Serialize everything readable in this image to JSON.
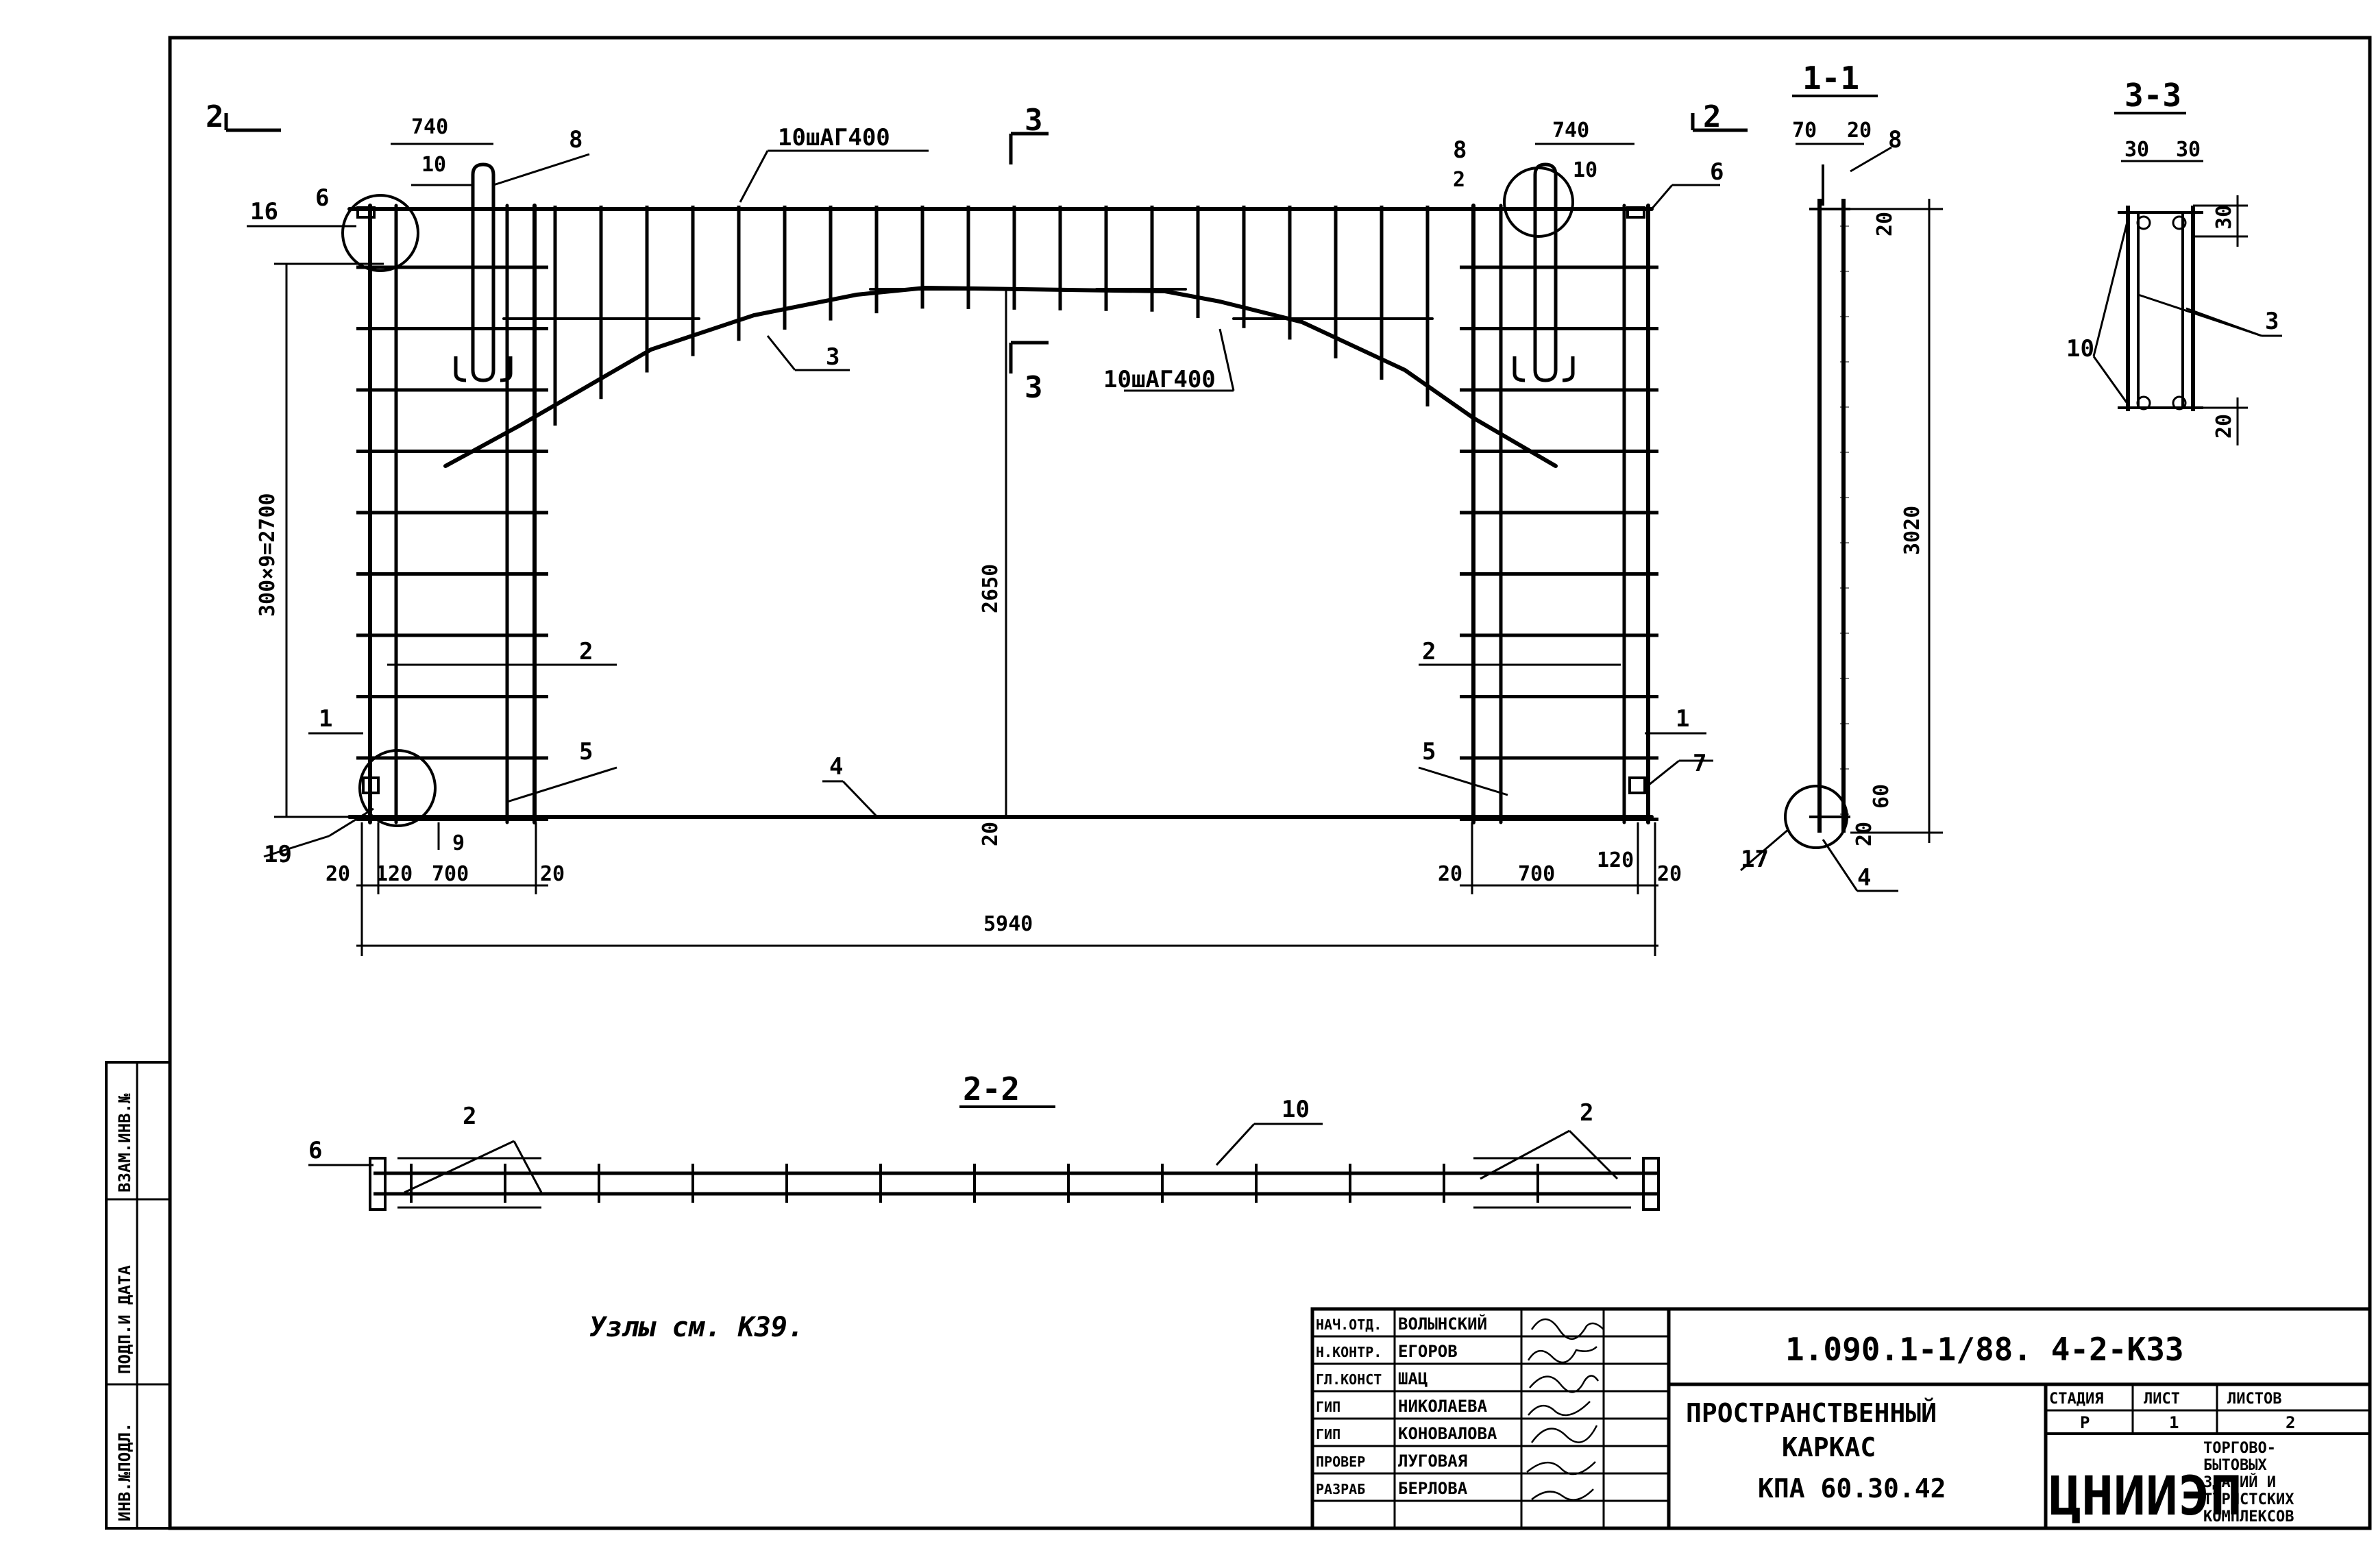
{
  "labels": {
    "step_top": "10шАГ400",
    "step_mid": "10шАГ400",
    "notes": "Узлы см. К39."
  },
  "sections": {
    "s1_left": "1",
    "s1_right": "1",
    "s1_title": "1-1",
    "s2_left": "2",
    "s2_right": "2",
    "s2_title": "2-2",
    "s3_top": "3",
    "s3_bottom": "3",
    "s3_title": "3-3"
  },
  "callouts": {
    "c1a": "1",
    "c1b": "1",
    "c2a": "2",
    "c2b": "2",
    "c2c": "2",
    "c2d": "2",
    "c2e": "2",
    "c3a": "3",
    "c3b": "3",
    "c4a": "4",
    "c4b": "4",
    "c5a": "5",
    "c5b": "5",
    "c6a": "6",
    "c6b": "6",
    "c6c": "6",
    "c7": "7",
    "c8a": "8",
    "c8b": "8",
    "c8c": "8",
    "c9": "9",
    "c10a": "10",
    "c10b": "10",
    "c10c": "10",
    "c10d": "10",
    "c16": "16",
    "c17": "17",
    "c19": "19"
  },
  "dims": {
    "d740l": "740",
    "d740r": "740",
    "d3009": "300×9=2700",
    "d2650": "2650",
    "d3020": "3020",
    "d5940": "5940",
    "d20a": "20",
    "d120a": "120",
    "d700a": "700",
    "d20b": "20",
    "d20c": "20",
    "d700b": "700",
    "d120b": "120",
    "d20d": "20",
    "d20bot": "20",
    "s1_70": "70",
    "s1_20a": "20",
    "s1_20b": "20",
    "s1_60": "60",
    "s1_20c": "20",
    "s3_30a": "30",
    "s3_30b": "30",
    "s3_30c": "30",
    "s3_20": "20"
  },
  "title_block": {
    "code": "1.090.1-1/88. 4-2-К33",
    "name_line1": "ПРОСТРАНСТВЕННЫЙ",
    "name_line2": "КАРКАС",
    "mark": "КПА 60.30.42",
    "stage_hdr": "СТАДИЯ",
    "sheet_hdr": "ЛИСТ",
    "sheets_hdr": "ЛИСТОВ",
    "stage": "Р",
    "sheet": "1",
    "sheets": "2",
    "org": "ЦНИИЭП",
    "org_desc": [
      "ТОРГОВО-",
      "БЫТОВЫХ",
      "ЗДАНИЙ И",
      "ТУРИСТСКИХ",
      "КОМПЛЕКСОВ"
    ],
    "signers": [
      {
        "role": "НАЧ.ОТД.",
        "name": "ВОЛЫНСКИЙ"
      },
      {
        "role": "Н.КОНТР.",
        "name": "ЕГОРОВ"
      },
      {
        "role": "ГЛ.КОНСТ",
        "name": "ШАЦ"
      },
      {
        "role": "ГИП",
        "name": "НИКОЛАЕВА"
      },
      {
        "role": "ГИП",
        "name": "КОНОВАЛОВА"
      },
      {
        "role": "ПРОВЕР",
        "name": "ЛУГОВАЯ"
      },
      {
        "role": "РАЗРАБ",
        "name": "БЕРЛОВА"
      }
    ],
    "side": [
      "ИНВ.№ПОДЛ.",
      "ПОДП.И ДАТА",
      "ВЗАМ.ИНВ.№"
    ]
  }
}
